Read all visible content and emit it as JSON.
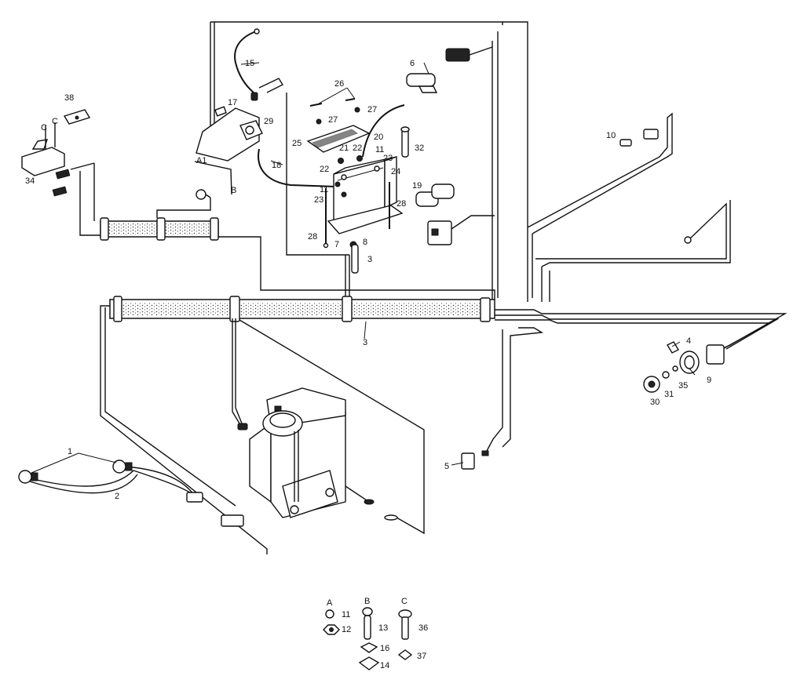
{
  "callouts": {
    "c1": "1",
    "c2": "2",
    "c3a": "3",
    "c3b": "3",
    "c4": "4",
    "c5": "5",
    "c6": "6",
    "c7": "7",
    "c8": "8",
    "c9": "9",
    "c10": "10",
    "c11a": "11",
    "c11b": "11",
    "c15": "15",
    "c17": "17",
    "c18": "18",
    "c19": "19",
    "c20": "20",
    "c21": "21",
    "c22a": "22",
    "c22b": "22",
    "c23a": "23",
    "c23b": "23",
    "c24": "24",
    "c25": "25",
    "c26": "26",
    "c27a": "27",
    "c27b": "27",
    "c28a": "28",
    "c28b": "28",
    "c29": "29",
    "c30": "30",
    "c31": "31",
    "c32": "32",
    "c34": "34",
    "c35": "35",
    "c38": "38",
    "cA1": "A1",
    "cB": "B",
    "cCa": "C",
    "cCb": "C"
  },
  "hardware_key": {
    "col_a": "A",
    "col_b": "B",
    "col_c": "C",
    "n11": "11",
    "n12": "12",
    "n13": "13",
    "n14": "14",
    "n16": "16",
    "n36": "36",
    "n37": "37"
  }
}
